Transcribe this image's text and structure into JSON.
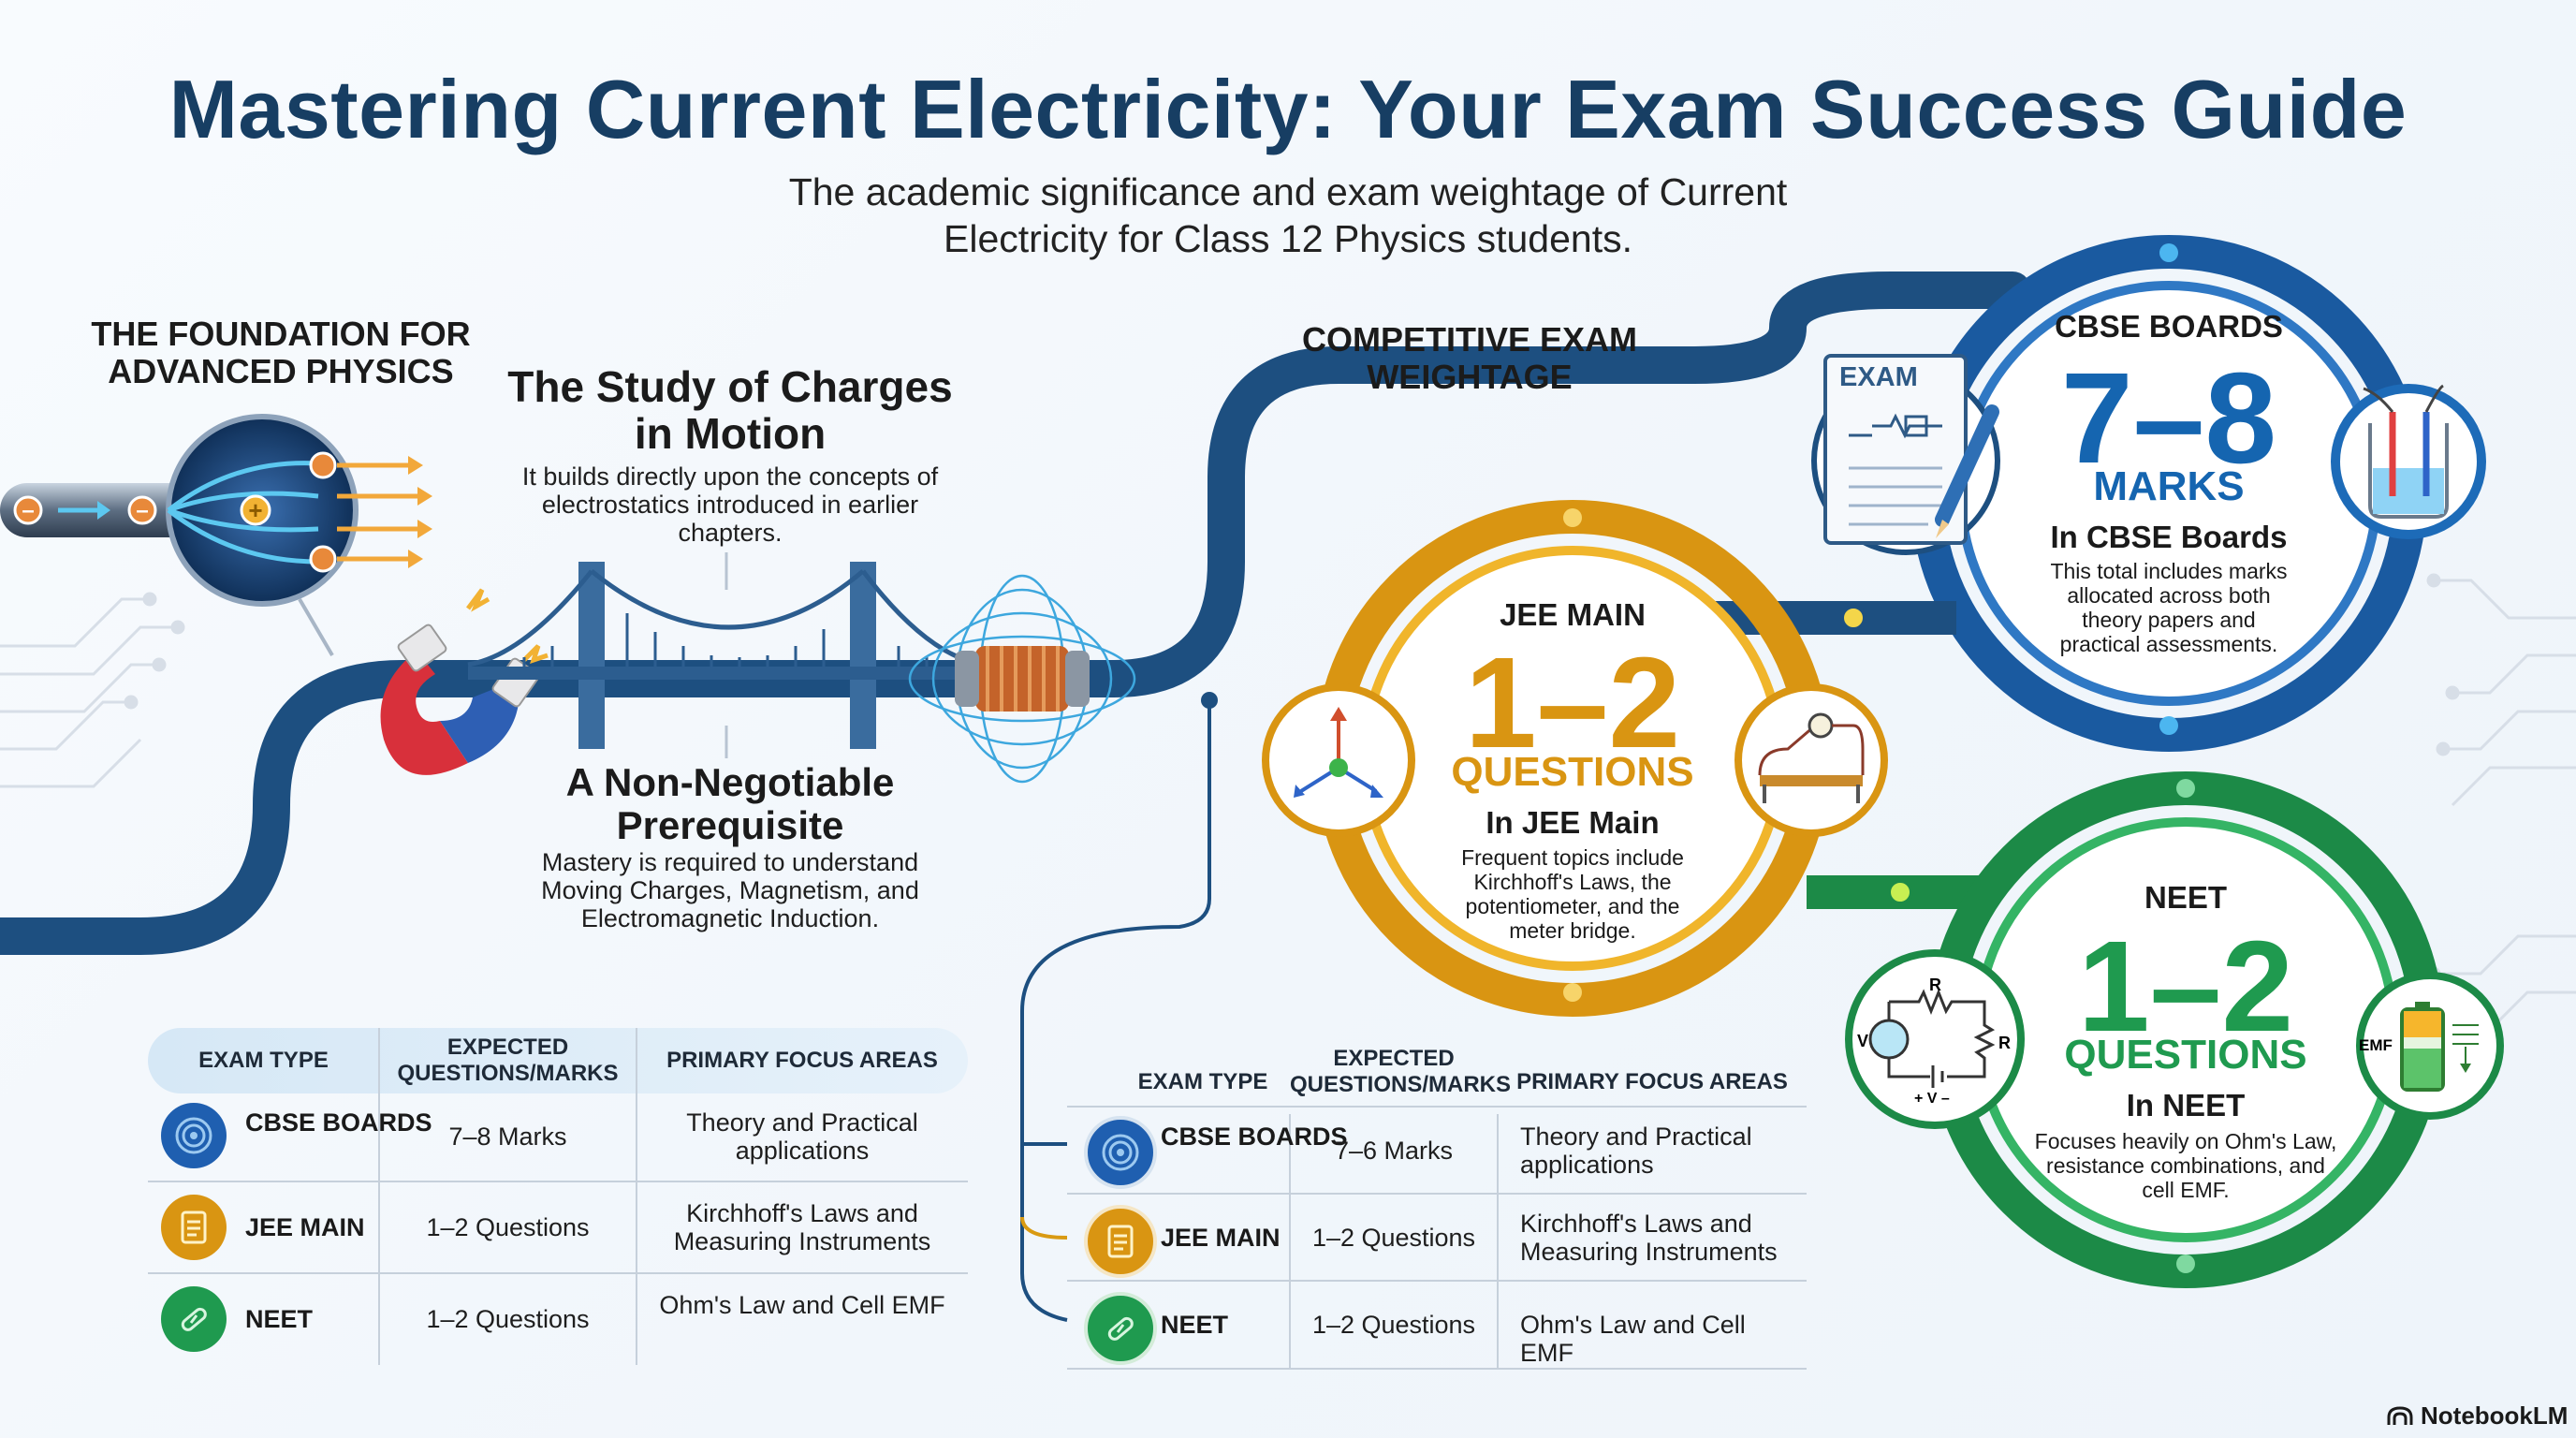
{
  "title": "Mastering Current Electricity: Your Exam Success Guide",
  "subtitle": "The academic significance and exam weightage of Current Electricity for Class 12 Physics students.",
  "foundation": {
    "heading": "THE FOUNDATION FOR ADVANCED PHYSICS"
  },
  "study": {
    "heading": "The Study of Charges in Motion",
    "body": "It builds directly upon the concepts of electrostatics introduced in earlier chapters."
  },
  "prereq": {
    "heading": "A Non-Negotiable Prerequisite",
    "body": "Mastery is required to understand Moving Charges, Magnetism, and Electromagnetic Induction."
  },
  "competitive": {
    "heading": "COMPETITIVE EXAM WEIGHTAGE"
  },
  "exam_card": {
    "label": "EXAM"
  },
  "cbse": {
    "label": "CBSE BOARDS",
    "value": "7–8",
    "unit": "MARKS",
    "sub": "In CBSE Boards",
    "desc": "This total includes marks allocated across both theory papers and practical assessments.",
    "color": "#1565b0"
  },
  "jee": {
    "label": "JEE MAIN",
    "value": "1–2",
    "unit": "QUESTIONS",
    "sub": "In JEE Main",
    "desc": "Frequent topics include Kirchhoff's Laws, the potentiometer, and the meter bridge.",
    "color": "#d99a12"
  },
  "neet": {
    "label": "NEET",
    "value": "1–2",
    "unit": "QUESTIONS",
    "sub": "In NEET",
    "desc": "Focuses heavily on Ohm's Law, resistance combinations, and cell EMF.",
    "color": "#1f9a4f"
  },
  "circuit_labels": {
    "r_top": "R",
    "r_right": "R",
    "v": "V",
    "pm": "+ V –",
    "emf": "EMF"
  },
  "table1": {
    "headers": [
      "EXAM TYPE",
      "EXPECTED QUESTIONS/MARKS",
      "PRIMARY FOCUS AREAS"
    ],
    "rows": [
      {
        "exam": "CBSE BOARDS",
        "value": "7–8 Marks",
        "focus": "Theory and Practical applications"
      },
      {
        "exam": "JEE MAIN",
        "value": "1–2 Questions",
        "focus": "Kirchhoff's Laws and Measuring Instruments"
      },
      {
        "exam": "NEET",
        "value": "1–2 Questions",
        "focus": "Ohm's Law and Cell EMF"
      }
    ]
  },
  "table2": {
    "headers": [
      "EXAM TYPE",
      "EXPECTED QUESTIONS/MARKS",
      "PRIMARY FOCUS AREAS"
    ],
    "rows": [
      {
        "exam": "CBSE BOARDS",
        "value": "7–6 Marks",
        "focus": "Theory and Practical applications"
      },
      {
        "exam": "JEE MAIN",
        "value": "1–2 Questions",
        "focus": "Kirchhoff's Laws and Measuring Instruments"
      },
      {
        "exam": "NEET",
        "value": "1–2 Questions",
        "focus": "Ohm's Law and Cell EMF"
      }
    ]
  },
  "brand": "NotebookLM"
}
